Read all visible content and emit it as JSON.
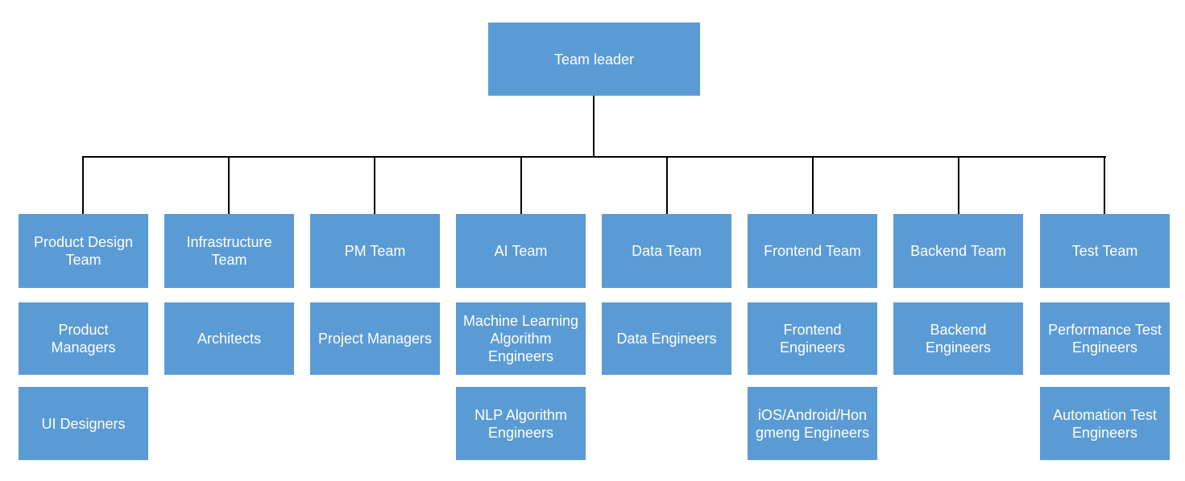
{
  "root": {
    "label": "Team leader"
  },
  "teams": [
    {
      "label": "Product Design\nTeam",
      "roles": [
        "Product\nManagers",
        "UI Designers"
      ]
    },
    {
      "label": "Infrastructure\nTeam",
      "roles": [
        "Architects"
      ]
    },
    {
      "label": "PM Team",
      "roles": [
        "Project Managers"
      ]
    },
    {
      "label": "AI Team",
      "roles": [
        "Machine Learning\nAlgorithm\nEngineers",
        "NLP Algorithm\nEngineers"
      ]
    },
    {
      "label": "Data Team",
      "roles": [
        "Data Engineers"
      ]
    },
    {
      "label": "Frontend Team",
      "roles": [
        "Frontend\nEngineers",
        "iOS/Android/Hon\ngmeng Engineers"
      ]
    },
    {
      "label": "Backend Team",
      "roles": [
        "Backend\nEngineers"
      ]
    },
    {
      "label": "Test Team",
      "roles": [
        "Performance Test\nEngineers",
        "Automation Test\nEngineers"
      ]
    }
  ],
  "colors": {
    "box_fill": "#5b9bd5",
    "box_text": "#ffffff",
    "connector": "#000000"
  }
}
